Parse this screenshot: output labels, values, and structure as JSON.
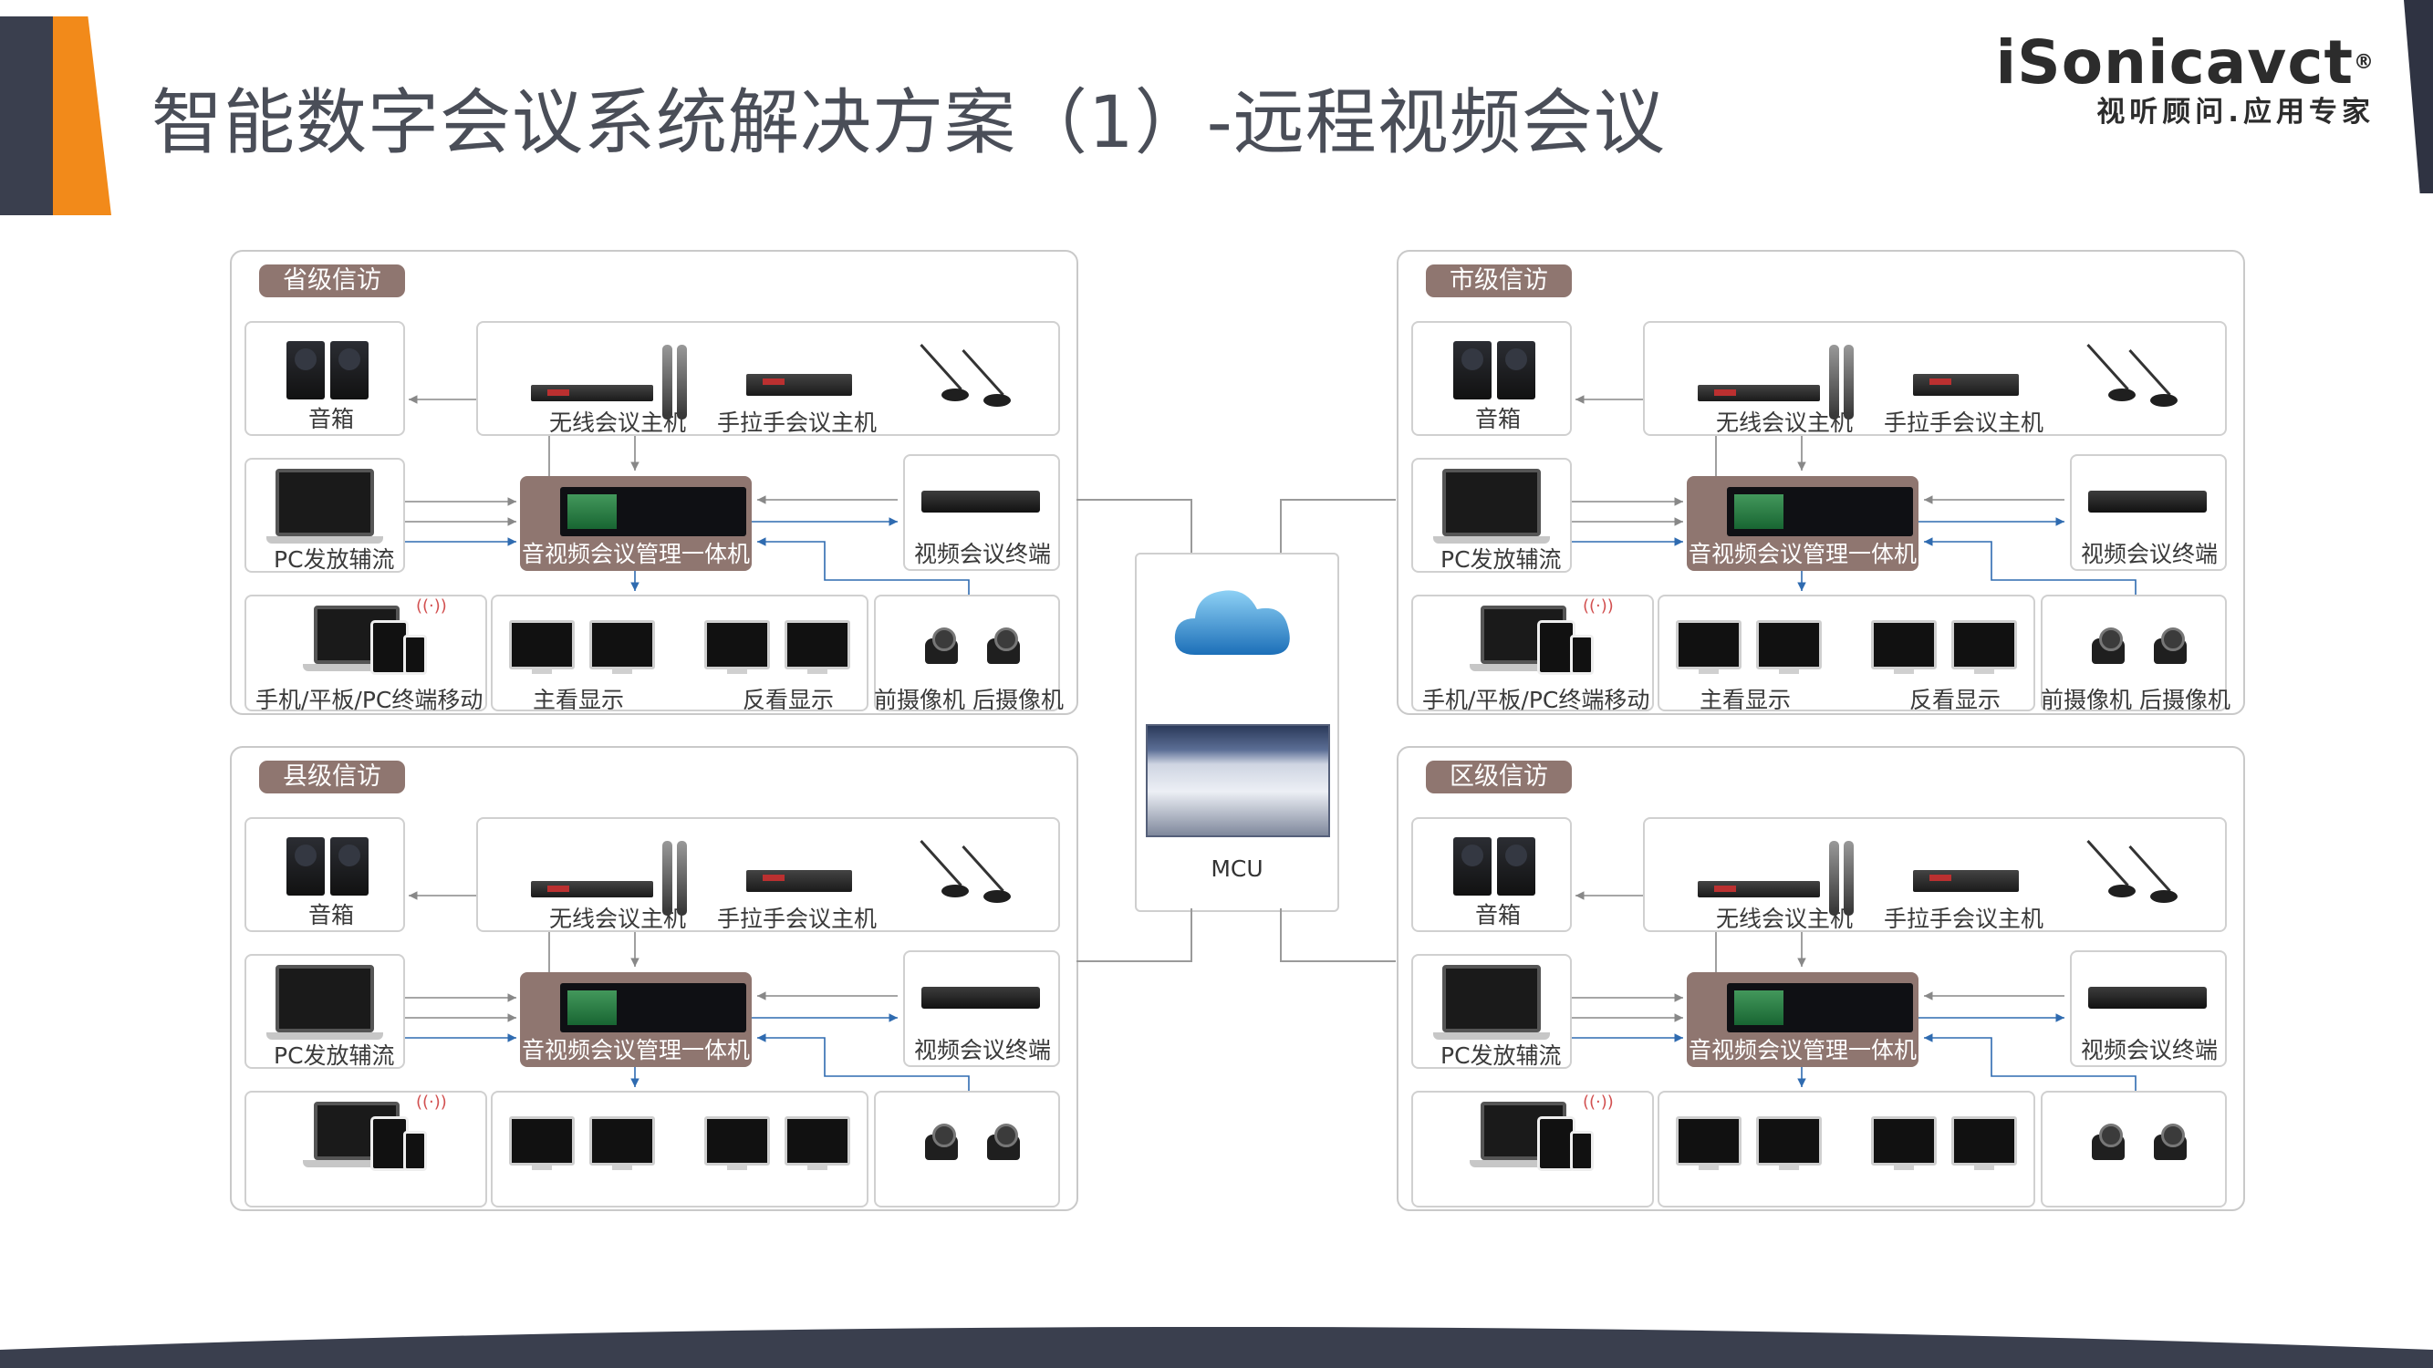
{
  "title": "智能数字会议系统解决方案（1）-远程视频会议",
  "logo": {
    "brand": "iSonicavct",
    "reg": "®",
    "sub": "视听顾问.应用专家"
  },
  "colors": {
    "accent_orange": "#f28a1a",
    "dark": "#3a3f4e",
    "tag_bg": "#8f7670",
    "arrow_blue": "#2f6bb0"
  },
  "regions": [
    {
      "tag": "省级信访",
      "labels": {
        "speaker": "音箱",
        "pc": "PC发放辅流",
        "wireless": "无线会议主机",
        "handheld": "手拉手会议主机",
        "hub": "音视频会议管理一体机",
        "vc": "视频会议终端",
        "mobile": "手机/平板/PC终端移动",
        "main_display": "主看显示",
        "reverse_display": "反看显示",
        "cameras": "前摄像机 后摄像机"
      }
    },
    {
      "tag": "市级信访",
      "labels": {
        "speaker": "音箱",
        "pc": "PC发放辅流",
        "wireless": "无线会议主机",
        "handheld": "手拉手会议主机",
        "hub": "音视频会议管理一体机",
        "vc": "视频会议终端",
        "mobile": "手机/平板/PC终端移动",
        "main_display": "主看显示",
        "reverse_display": "反看显示",
        "cameras": "前摄像机 后摄像机"
      }
    },
    {
      "tag": "县级信访",
      "labels": {
        "speaker": "音箱",
        "pc": "PC发放辅流",
        "wireless": "无线会议主机",
        "handheld": "手拉手会议主机",
        "hub": "音视频会议管理一体机",
        "vc": "视频会议终端",
        "mobile": "",
        "main_display": "",
        "reverse_display": "",
        "cameras": ""
      }
    },
    {
      "tag": "区级信访",
      "labels": {
        "speaker": "音箱",
        "pc": "PC发放辅流",
        "wireless": "无线会议主机",
        "handheld": "手拉手会议主机",
        "hub": "音视频会议管理一体机",
        "vc": "视频会议终端",
        "mobile": "",
        "main_display": "",
        "reverse_display": "",
        "cameras": ""
      }
    }
  ],
  "center": {
    "mcu_label": "MCU",
    "cloud_icon": "cloud-icon"
  }
}
